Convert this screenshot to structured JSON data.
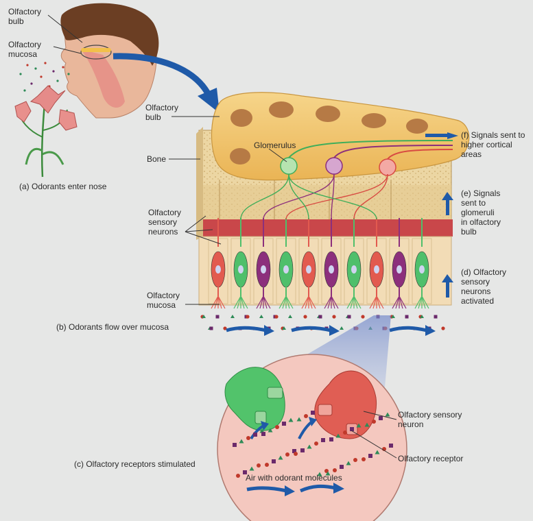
{
  "labels": {
    "top_olfactory_bulb": "Olfactory\nbulb",
    "top_olfactory_mucosa": "Olfactory\nmucosa",
    "caption_a": "(a) Odorants enter nose",
    "olfactory_bulb": "Olfactory\nbulb",
    "bone": "Bone",
    "olfactory_sensory_neurons": "Olfactory\nsensory\nneurons",
    "olfactory_mucosa": "Olfactory\nmucosa",
    "caption_b": "(b) Odorants flow over mucosa",
    "glomerulus": "Glomerulus",
    "caption_f": "(f) Signals sent to\nhigher cortical\nareas",
    "caption_e": "(e) Signals\nsent to\nglomeruli\nin olfactory\nbulb",
    "caption_d": "(d) Olfactory\nsensory\nneurons\nactivated",
    "inset_olfactory_sensory_neuron": "Olfactory sensory\nneuron",
    "inset_olfactory_receptor": "Olfactory receptor",
    "caption_c": "(c) Olfactory receptors stimulated",
    "air_with_odorant_molecules": "Air with odorant molecules"
  },
  "colors": {
    "background": "#e6e7e6",
    "bulb": "#f3c46a",
    "bulb_spot": "#b67a45",
    "bone": "#e9cf96",
    "mucosa": "#f4dfb9",
    "neuron_green": "#4fbf6b",
    "neuron_red": "#e25a4f",
    "neuron_purple": "#8c2f7c",
    "arrow_blue": "#1f5aa8",
    "inset_fill": "#f5c9c1"
  }
}
